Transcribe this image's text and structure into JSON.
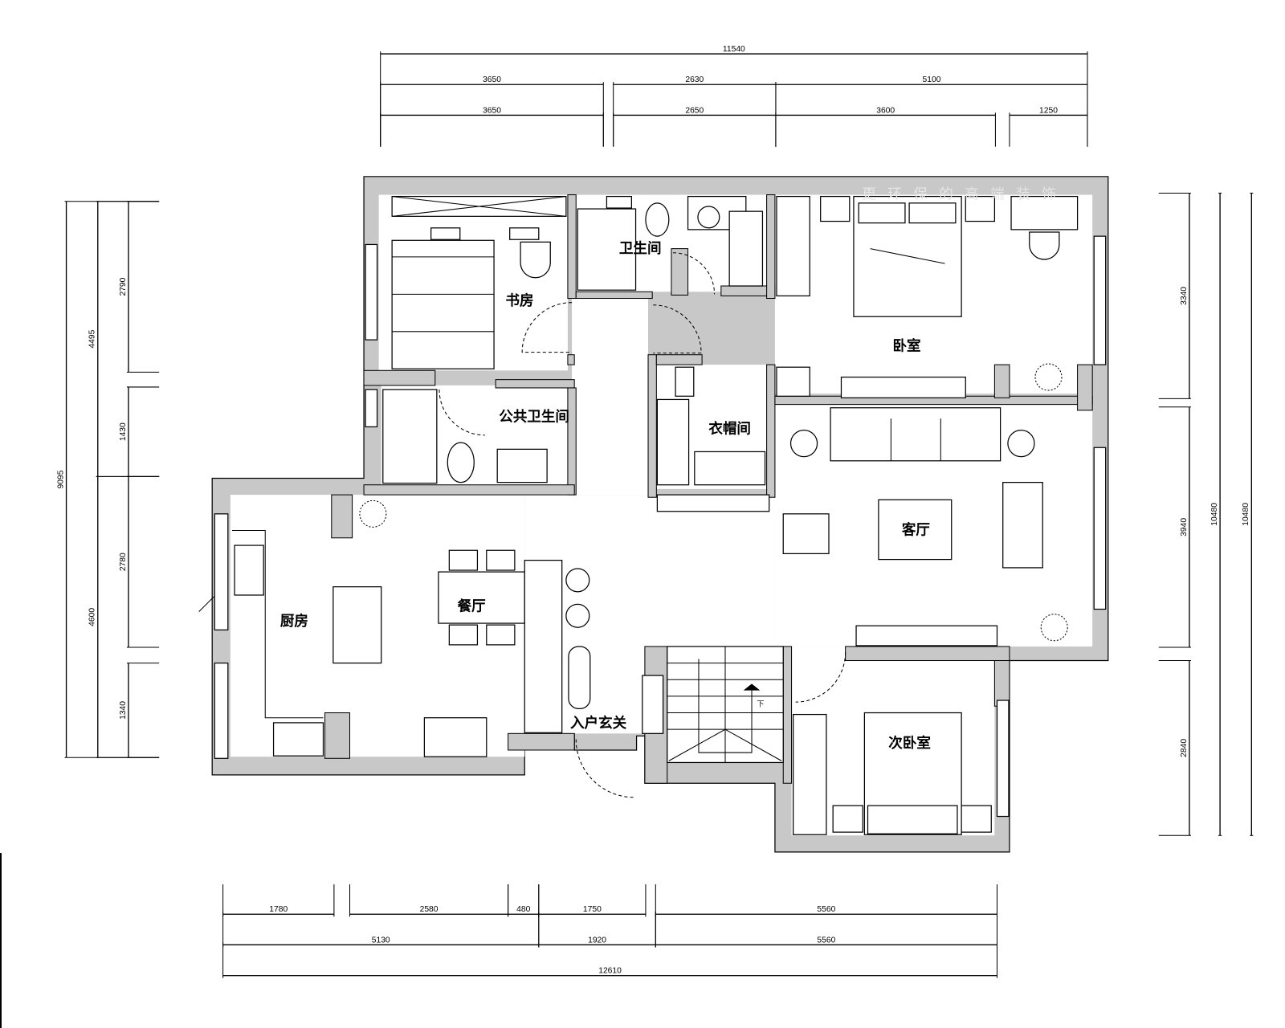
{
  "watermark": "更环保的高端装饰",
  "rooms": {
    "study": "书房",
    "bathroom": "卫生间",
    "master_bedroom": "卧室",
    "public_bathroom": "公共卫生间",
    "cloakroom": "衣帽间",
    "living_room": "客厅",
    "kitchen": "厨房",
    "dining_room": "餐厅",
    "entrance": "入户玄关",
    "second_bedroom": "次卧室"
  },
  "stair_label": "下",
  "dimensions": {
    "top": [
      "11540",
      "3650",
      "2630",
      "5100",
      "3650",
      "2650",
      "3600",
      "1250"
    ],
    "left": [
      "9095",
      "4495",
      "4600",
      "2790",
      "1430",
      "2780",
      "1340"
    ],
    "right": [
      "3340",
      "3940",
      "2840",
      "10480",
      "10480"
    ],
    "bottom": [
      "1780",
      "2580",
      "480",
      "1750",
      "5560",
      "5130",
      "1920",
      "5560",
      "12610"
    ]
  }
}
